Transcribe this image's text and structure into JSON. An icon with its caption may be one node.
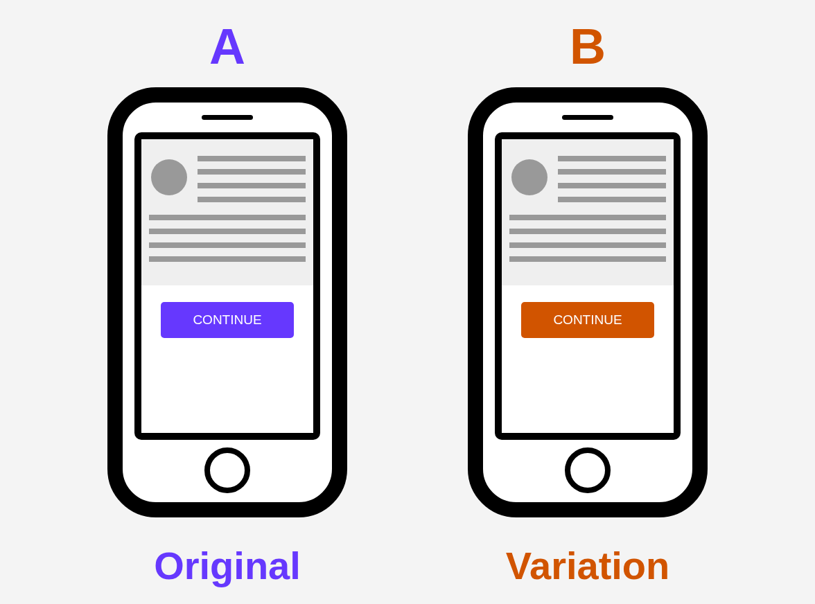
{
  "diagram": {
    "nodes": [
      {
        "text": [
          "A"
        ],
        "beside": [
          "Original"
        ]
      },
      {
        "text": [
          "CONTINUE"
        ],
        "in": 0
      },
      {
        "text": [
          "B"
        ],
        "beside": [
          "Variation"
        ]
      },
      {
        "text": [
          "CONTINUE"
        ],
        "in": 2
      }
    ]
  }
}
